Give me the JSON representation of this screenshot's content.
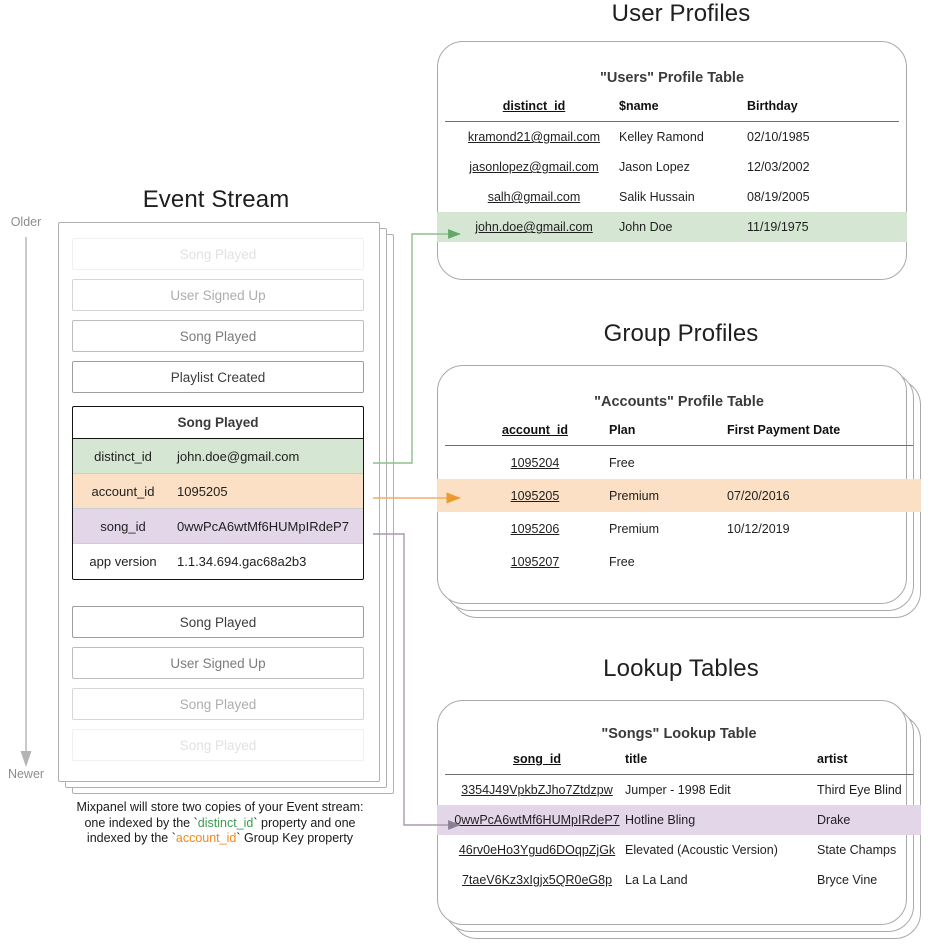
{
  "sections": {
    "user_profiles": "User Profiles",
    "group_profiles": "Group Profiles",
    "lookup_tables": "Lookup Tables",
    "event_stream": "Event Stream"
  },
  "timeline": {
    "older_label": "Older",
    "newer_label": "Newer"
  },
  "event_stream": {
    "events_before": [
      {
        "label": "Song Played",
        "fade": "1"
      },
      {
        "label": "User Signed Up",
        "fade": "2"
      },
      {
        "label": "Song Played",
        "fade": "3"
      },
      {
        "label": "Playlist Created",
        "fade": "full"
      }
    ],
    "active_event": {
      "title": "Song Played",
      "properties": [
        {
          "key": "distinct_id",
          "value": "john.doe@gmail.com",
          "highlight": "green"
        },
        {
          "key": "account_id",
          "value": "1095205",
          "highlight": "orange"
        },
        {
          "key": "song_id",
          "value": "0wwPcA6wtMf6HUMpIRdeP7",
          "highlight": "purple"
        },
        {
          "key": "app version",
          "value": "1.1.34.694.gac68a2b3",
          "highlight": "none"
        }
      ]
    },
    "events_after": [
      {
        "label": "Song Played",
        "fade": "full"
      },
      {
        "label": "User Signed Up",
        "fade": "3"
      },
      {
        "label": "Song Played",
        "fade": "2"
      },
      {
        "label": "Song Played",
        "fade": "1"
      }
    ],
    "caption": {
      "line1": "Mixpanel will store two copies of your Event stream:",
      "line2_pre": "one indexed by the `",
      "line2_code": "distinct_id",
      "line2_post": "` property and one",
      "line3_pre": "indexed by the `",
      "line3_code": "account_id",
      "line3_post": "` Group Key property"
    }
  },
  "tables": {
    "users": {
      "title": "\"Users\" Profile Table",
      "columns": [
        "distinct_id",
        "$name",
        "Birthday"
      ],
      "rows": [
        {
          "cells": [
            "kramond21@gmail.com",
            "Kelley Ramond",
            "02/10/1985"
          ],
          "highlight": "none"
        },
        {
          "cells": [
            "jasonlopez@gmail.com",
            "Jason Lopez",
            "12/03/2002"
          ],
          "highlight": "none"
        },
        {
          "cells": [
            "salh@gmail.com",
            "Salik Hussain",
            "08/19/2005"
          ],
          "highlight": "none"
        },
        {
          "cells": [
            "john.doe@gmail.com",
            "John Doe",
            "11/19/1975"
          ],
          "highlight": "green"
        }
      ]
    },
    "accounts": {
      "title": "\"Accounts\" Profile Table",
      "columns": [
        "account_id",
        "Plan",
        "First Payment Date"
      ],
      "rows": [
        {
          "cells": [
            "1095204",
            "Free",
            ""
          ],
          "highlight": "none"
        },
        {
          "cells": [
            "1095205",
            "Premium",
            "07/20/2016"
          ],
          "highlight": "orange"
        },
        {
          "cells": [
            "1095206",
            "Premium",
            "10/12/2019"
          ],
          "highlight": "none"
        },
        {
          "cells": [
            "1095207",
            "Free",
            ""
          ],
          "highlight": "none"
        }
      ]
    },
    "songs": {
      "title": "\"Songs\" Lookup Table",
      "columns": [
        "song_id",
        "title",
        "artist"
      ],
      "rows": [
        {
          "cells": [
            "3354J49VpkbZJho7Ztdzpw",
            "Jumper - 1998 Edit",
            "Third Eye Blind"
          ],
          "highlight": "none"
        },
        {
          "cells": [
            "0wwPcA6wtMf6HUMpIRdeP7",
            "Hotline Bling",
            "Drake"
          ],
          "highlight": "purple"
        },
        {
          "cells": [
            "46rv0eHo3Ygud6DOqpZjGk",
            "Elevated (Acoustic Version)",
            "State Champs"
          ],
          "highlight": "none"
        },
        {
          "cells": [
            "7taeV6Kz3xIgjx5QR0eG8p",
            "La La Land",
            "Bryce Vine"
          ],
          "highlight": "none"
        }
      ]
    }
  },
  "colors": {
    "green": "#d5e6d2",
    "orange": "#fbe0c5",
    "purple": "#e3d6e9",
    "green_arrow": "#62a867",
    "orange_arrow": "#eb9b2e",
    "purple_arrow": "#8d7f93",
    "code_green": "#3c9d4e",
    "code_orange": "#f08a1d",
    "card_border": "#a9a9a9",
    "timeline": "#b4b4b4"
  }
}
